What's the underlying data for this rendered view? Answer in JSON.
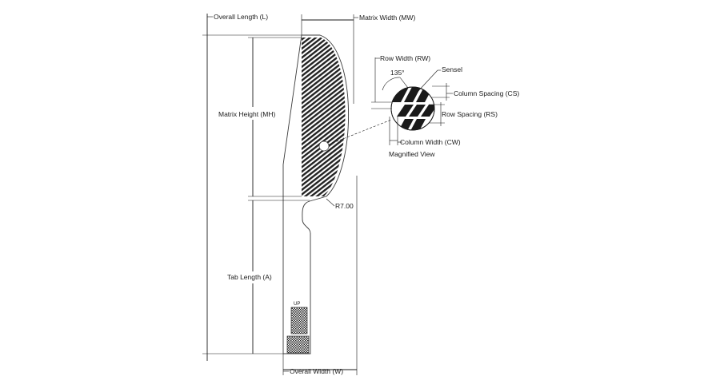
{
  "dimensions": {
    "overall_length": "Overall Length (L)",
    "matrix_width": "Matrix Width (MW)",
    "matrix_height": "Matrix Height (MH)",
    "tab_length": "Tab Length (A)",
    "overall_width": "Overall Width (W)",
    "radius": "R7.00"
  },
  "magnified": {
    "row_width": "Row Width (RW)",
    "angle": "135°",
    "sensel": "Sensel",
    "column_spacing": "Column Spacing (CS)",
    "row_spacing": "Row Spacing (RS)",
    "column_width": "Column Width (CW)",
    "caption": "Magnified View"
  },
  "tab_marker": "UP",
  "colors": {
    "line": "#1a1a1a",
    "outline": "#3a3a3a",
    "hatch": "#222222"
  }
}
